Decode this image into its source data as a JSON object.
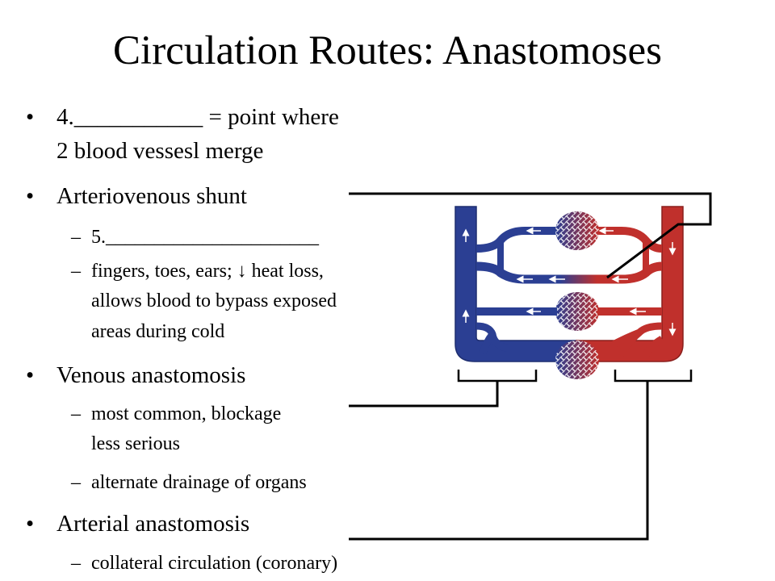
{
  "title": "Circulation Routes: Anastomoses",
  "items": {
    "item1_line1": "4.___________ = point where",
    "item1_line2": "2 blood vessesl merge",
    "item2": "Arteriovenous shunt",
    "item2_sub1": "5.______________________",
    "item2_sub2_line1": "fingers, toes, ears; ↓ heat loss,",
    "item2_sub2_line2": "allows blood to bypass exposed",
    "item2_sub2_line3": "areas during cold",
    "item3": "Venous anastomosis",
    "item3_sub1_line1": "most common, blockage",
    "item3_sub1_line2": "less serious",
    "item3_sub2": "alternate drainage of organs",
    "item4": "Arterial anastomosis",
    "item4_sub1": "collateral circulation (coronary)"
  },
  "symbols": {
    "bullet": "•",
    "dash": "–"
  },
  "colors": {
    "vein": "#2b3f93",
    "artery": "#c0302c",
    "connector": "#000000"
  }
}
